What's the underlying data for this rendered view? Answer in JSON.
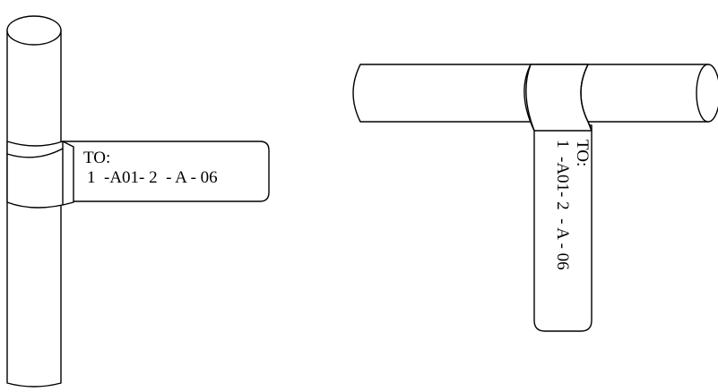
{
  "figures": [
    {
      "id": "vertical-pipe",
      "tag": {
        "line1": "TO:",
        "line2": "1  -A01- 2  - A - 06"
      }
    },
    {
      "id": "horizontal-pipe",
      "tag": {
        "line1": "TO:",
        "line2": "1  -A01- 2  - A - 06"
      }
    }
  ],
  "colors": {
    "stroke": "#000000",
    "background": "#ffffff"
  }
}
